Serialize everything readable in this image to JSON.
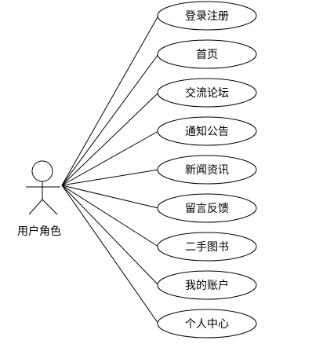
{
  "actor": {
    "label": "用户角色"
  },
  "use_cases": [
    "登录注册",
    "首页",
    "交流论坛",
    "通知公告",
    "新闻资讯",
    "留言反馈",
    "二手图书",
    "我的账户",
    "个人中心"
  ]
}
